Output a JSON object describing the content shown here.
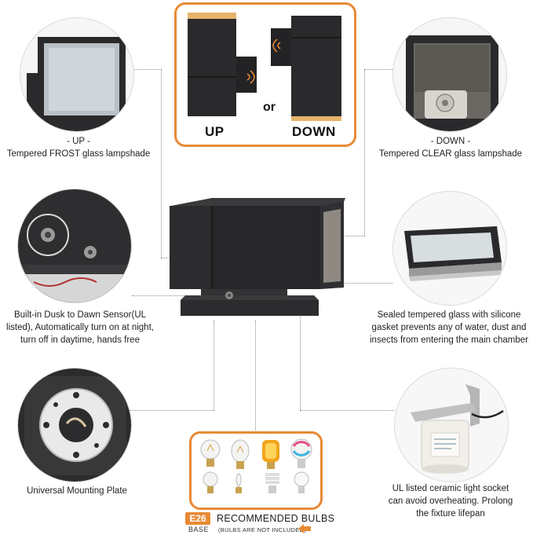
{
  "options": {
    "up_label": "UP",
    "or_label": "or",
    "down_label": "DOWN"
  },
  "features": {
    "frost": {
      "line1": "- UP -",
      "line2": "Tempered FROST glass lampshade"
    },
    "clear": {
      "line1": "- DOWN -",
      "line2": "Tempered CLEAR glass lampshade"
    },
    "sensor": {
      "line1": "Built-in Dusk to Dawn Sensor(UL",
      "line2": "listed), Automatically turn on at night,",
      "line3": "turn off in daytime, hands free"
    },
    "gasket": {
      "line1": "Sealed tempered glass with silicone",
      "line2": "gasket prevents any of water, dust and",
      "line3": "insects from entering the main chamber"
    },
    "plate": {
      "line1": "Universal Mounting Plate"
    },
    "socket": {
      "line1": "UL listed ceramic light socket",
      "line2": "can avoid overheating. Prolong",
      "line3": "the fixture lifepan"
    }
  },
  "bulbs": {
    "badge": "E26",
    "base": "BASE",
    "title": "RECOMMENDED BULBS",
    "note": "(BULBS ARE NOT INCLUDED)"
  },
  "colors": {
    "accent": "#e88a35",
    "fixture": "#2a2a2c",
    "glow": "#e6b36a"
  }
}
